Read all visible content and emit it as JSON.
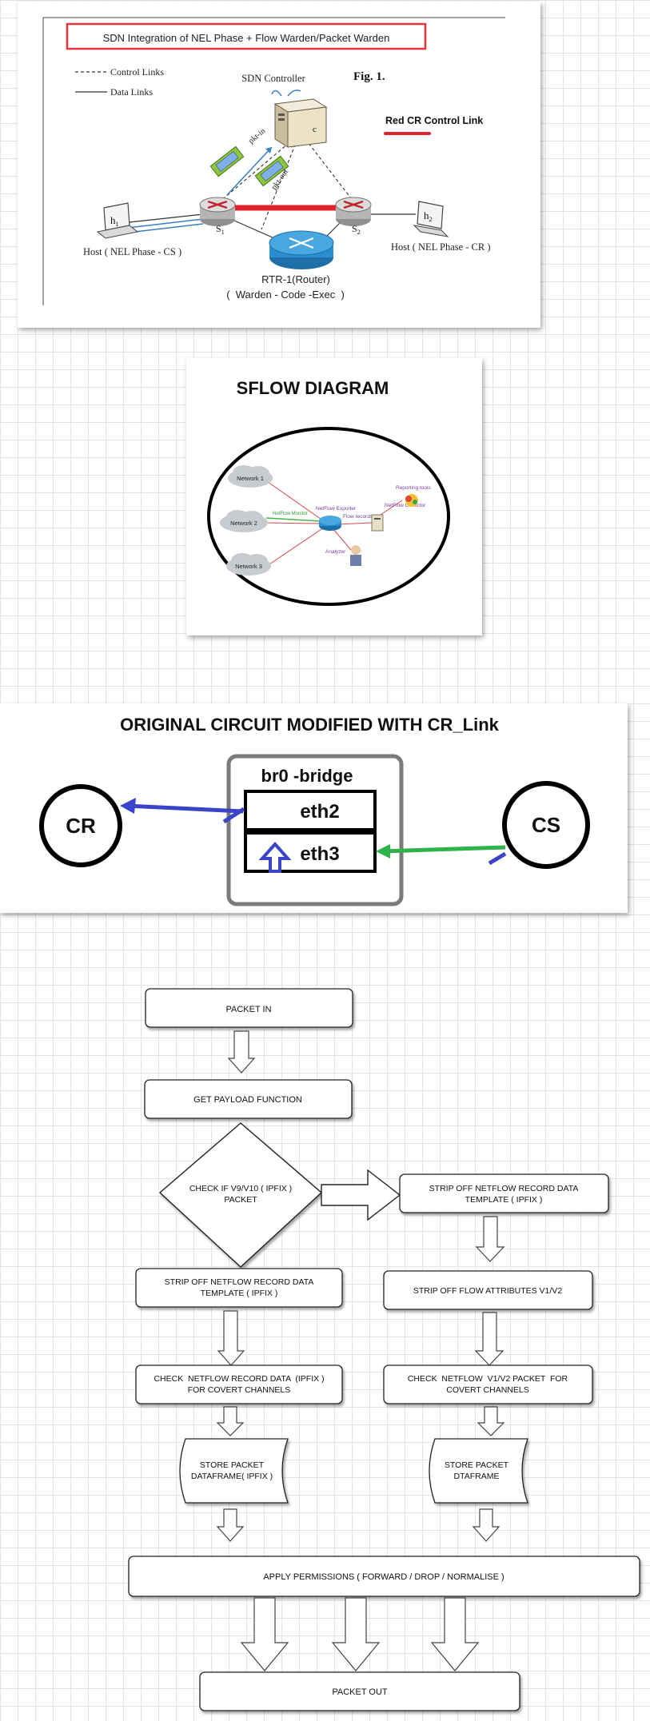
{
  "sdn": {
    "title": "SDN Integration of NEL Phase + Flow Warden/Packet Warden",
    "fig_label": "Fig. 1.",
    "legend_control": "Control Links",
    "legend_data": "Data Links",
    "controller_label": "SDN Controller",
    "controller_letter": "c",
    "red_link_label": "Red CR Control Link",
    "pkt_in": "pkt-in",
    "pkt_out": "pkt-out",
    "switch_s": "S",
    "switch_sub_left": "1",
    "switch_sub_right": "2",
    "host_h": "h",
    "host_sub_left": "1",
    "host_sub_right": "2",
    "host_left_label": "Host ( NEL Phase - CS )",
    "host_right_label": "Host ( NEL Phase - CR )",
    "router_label": "RTR-1(Router)",
    "router_sub_label": "(  Warden - Code -Exec  )",
    "colors": {
      "title_box": "#e8343c",
      "red_link": "#e0232f",
      "router": "#2a8fd0"
    }
  },
  "sflow": {
    "title": "SFLOW DIAGRAM",
    "network1": "Network 1",
    "network2": "Network 2",
    "network3": "Network 3",
    "netflow_monitor": "NetFlow Monitor",
    "netflow_exporter": "NetFlow Exporter",
    "flow_records": "Flow records",
    "netflow_collector": "NetFlow Collector",
    "reporting_tools": "Reporting tools",
    "analyzer": "Analyzer"
  },
  "circuit": {
    "title": "ORIGINAL CIRCUIT MODIFIED WITH CR_Link",
    "bridge_label": "br0 -bridge",
    "eth2": "eth2",
    "eth3": "eth3",
    "cr": "CR",
    "cs": "CS",
    "colors": {
      "blue_link": "#3a44c8",
      "green_link": "#2db34a",
      "bridge_border": "#7a7a7a"
    }
  },
  "flowchart": {
    "packet_in": "PACKET IN",
    "get_payload": "GET PAYLOAD FUNCTION",
    "decision_line1": "CHECK IF V9/V10 ( IPFIX )",
    "decision_line2": "PACKET",
    "strip_left_line1": "STRIP OFF NETFLOW RECORD DATA",
    "strip_left_line2": "TEMPLATE ( IPFIX )",
    "strip_right_line1": "STRIP OFF NETFLOW RECORD DATA",
    "strip_right_line2": "TEMPLATE ( IPFIX )",
    "strip_attrs": "STRIP OFF FLOW ATTRIBUTES V1/V2",
    "check_left_line1": "CHECK  NETFLOW RECORD DATA  (IPFIX )",
    "check_left_line2": "FOR COVERT CHANNELS",
    "check_right_line1": "CHECK  NETFLOW  V1/V2 PACKET  FOR",
    "check_right_line2": "COVERT CHANNELS",
    "store_left_line1": "STORE PACKET",
    "store_left_line2": "DATAFRAME( IPFIX )",
    "store_right_line1": "STORE PACKET",
    "store_right_line2": "DTAFRAME",
    "apply_permissions": "APPLY PERMISSIONS ( FORWARD / DROP / NORMALISE )",
    "packet_out": "PACKET OUT"
  }
}
